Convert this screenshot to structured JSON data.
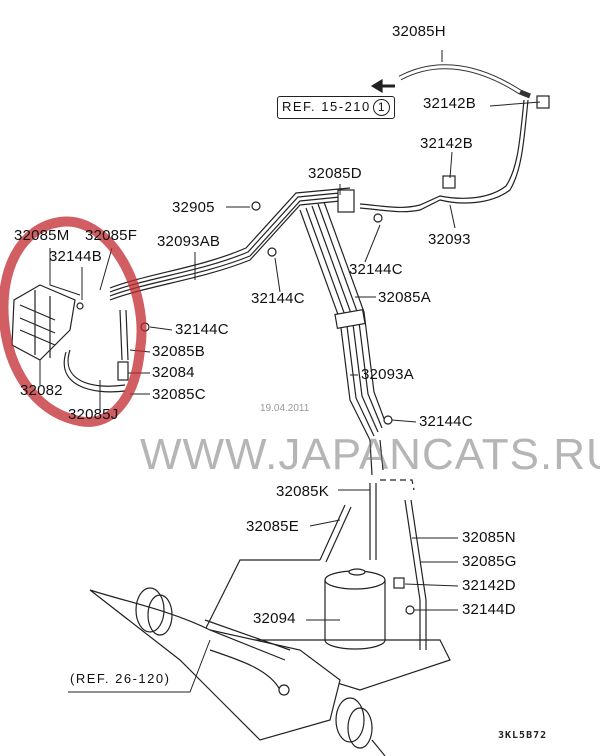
{
  "diagram": {
    "part_labels": [
      "32085H",
      "32142B",
      "32142B",
      "32085D",
      "32905",
      "32085M",
      "32085F",
      "32093AB",
      "32093",
      "32144B",
      "32144C",
      "32144C",
      "32085A",
      "32144C",
      "32085B",
      "32084",
      "32093A",
      "32082",
      "32085C",
      "32085J",
      "32144C",
      "32085K",
      "32085E",
      "32085N",
      "32085G",
      "32142D",
      "32144D",
      "32094"
    ],
    "ref_top": {
      "text": "REF. 15-210",
      "circle": "1"
    },
    "ref_bottom": "(REF. 26-120)",
    "watermark": "WWW.JAPANCATS.RU",
    "date": "19.04.2011",
    "drawing_code": "3KL5B72",
    "highlight_color": "#c0282d"
  }
}
